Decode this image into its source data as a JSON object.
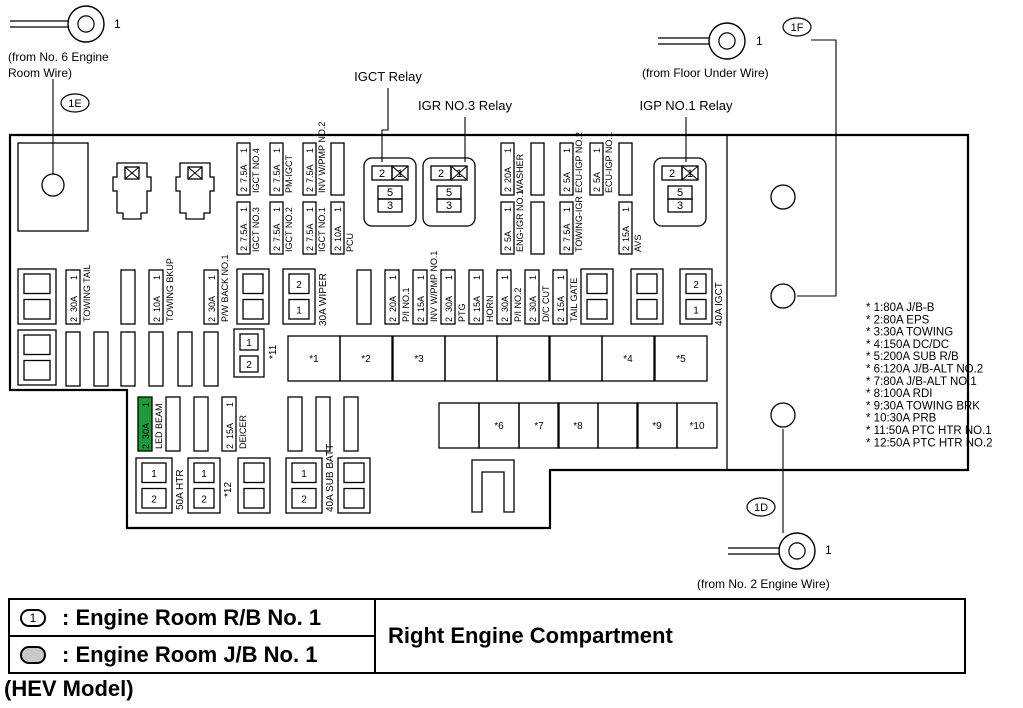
{
  "connectors": [
    {
      "id": "1E",
      "pin": "1",
      "source": [
        "(from No. 6 Engine",
        "Room Wire)"
      ]
    },
    {
      "id": "1F",
      "pin": "1",
      "source": [
        "(from Floor Under Wire)"
      ]
    },
    {
      "id": "1D",
      "pin": "1",
      "source": [
        "(from No. 2 Engine Wire)"
      ]
    }
  ],
  "relays": [
    {
      "name": "IGCT Relay",
      "pins": [
        "2",
        "1",
        "5",
        "3"
      ]
    },
    {
      "name": "IGR NO.3 Relay",
      "pins": [
        "2",
        "1",
        "5",
        "3"
      ]
    },
    {
      "name": "IGP NO.1 Relay",
      "pins": [
        "2",
        "1",
        "5",
        "3"
      ]
    }
  ],
  "mini_fuses": [
    {
      "amp": "7.5A",
      "name": "IGCT NO.4"
    },
    {
      "amp": "7.5A",
      "name": "PM-IGCT"
    },
    {
      "amp": "7.5A",
      "name": "INV W/PMP NO.2"
    },
    {
      "amp": "7.5A",
      "name": "IGCT NO.3"
    },
    {
      "amp": "7.5A",
      "name": "IGCT NO.2"
    },
    {
      "amp": "7.5A",
      "name": "IGCT NO.1"
    },
    {
      "amp": "10A",
      "name": "PCU"
    },
    {
      "amp": "20A",
      "name": "WASHER"
    },
    {
      "amp": "5A",
      "name": "ENG-IGR NO.1"
    },
    {
      "amp": "5A",
      "name": "ECU-IGP NO.2"
    },
    {
      "amp": "5A",
      "name": "ECU-IGP NO.1"
    },
    {
      "amp": "7.5A",
      "name": "TOWING-IGR"
    },
    {
      "amp": "15A",
      "name": "AVS"
    }
  ],
  "row_fuses": [
    {
      "amp": "30A",
      "name": "TOWING TAIL"
    },
    {
      "amp": "10A",
      "name": "TOWING BKUP"
    },
    {
      "amp": "30A",
      "name": "P/W BACK NO.1"
    },
    {
      "amp": "20A",
      "name": "P/I NO.1"
    },
    {
      "amp": "15A",
      "name": "INV W/PMP NO.1"
    },
    {
      "amp": "30A",
      "name": "PTG"
    },
    {
      "amp": "15A",
      "name": "HORN"
    },
    {
      "amp": "30A",
      "name": "P/I NO.2"
    },
    {
      "amp": "30A",
      "name": "D/C CUT"
    },
    {
      "amp": "15A",
      "name": "TAIL GATE"
    },
    {
      "amp": "30A",
      "name": "LED BEAM"
    },
    {
      "amp": "15A",
      "name": "DEICER"
    }
  ],
  "fusible_links": [
    {
      "label": "30A WIPER",
      "pins": [
        "2",
        "1"
      ]
    },
    {
      "label": "40A IGCT",
      "pins": [
        "2",
        "1"
      ]
    },
    {
      "label": "50A HTR",
      "pins": [
        "1",
        "2"
      ]
    },
    {
      "label": "40A SUB BATT",
      "pins": [
        "1",
        "2"
      ]
    },
    {
      "label": "*11",
      "pins": [
        "1",
        "2"
      ]
    },
    {
      "label": "*12",
      "pins": [
        "1",
        "2"
      ]
    }
  ],
  "pin_fuse_slots": [
    "*1",
    "*2",
    "*3",
    "*4",
    "*5",
    "*6",
    "*7",
    "*8",
    "*9",
    "*10"
  ],
  "notes": [
    "* 1:80A J/B-B",
    "* 2:80A EPS",
    "* 3:30A TOWING",
    "* 4:150A DC/DC",
    "* 5:200A SUB R/B",
    "* 6:120A J/B-ALT NO.2",
    "* 7:80A J/B-ALT NO.1",
    "* 8:100A RDI",
    "* 9:30A TOWING BRK",
    "* 10:30A PRB",
    "* 11:50A PTC HTR NO.1",
    "* 12:50A PTC HTR NO.2"
  ],
  "legend": {
    "rb_symbol": "1",
    "rb_label": ": Engine Room R/B No. 1",
    "jb_label": ": Engine Room J/B No. 1",
    "location": "Right Engine Compartment"
  },
  "model": "(HEV Model)",
  "colors": {
    "highlight_fuse": "#1e9a3a",
    "jb_symbol_fill": "#c8c8c8"
  }
}
